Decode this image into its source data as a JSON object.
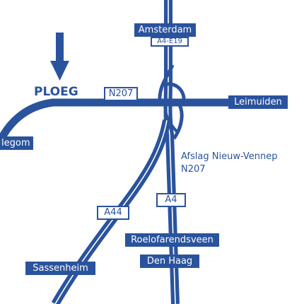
{
  "colors": {
    "road": "#2a539d",
    "road_center": "#ffffff",
    "background": "#ffffff"
  },
  "icons": {
    "arrow": "arrow-down-icon"
  },
  "labels": {
    "destination": "PLOEG",
    "amsterdam": "Amsterdam",
    "a4_e19": "A4-E19",
    "n207_shield": "N207",
    "leimuiden": "Leimuiden",
    "hillegom": "legom",
    "exit_line1": "Afslag Nieuw-Vennep",
    "exit_line2": "N207",
    "a4": "A4",
    "a44": "A44",
    "roelofarendsveen": "Roelofarendsveen",
    "den_haag": "Den Haag",
    "sassenheim": "Sassenheim"
  }
}
